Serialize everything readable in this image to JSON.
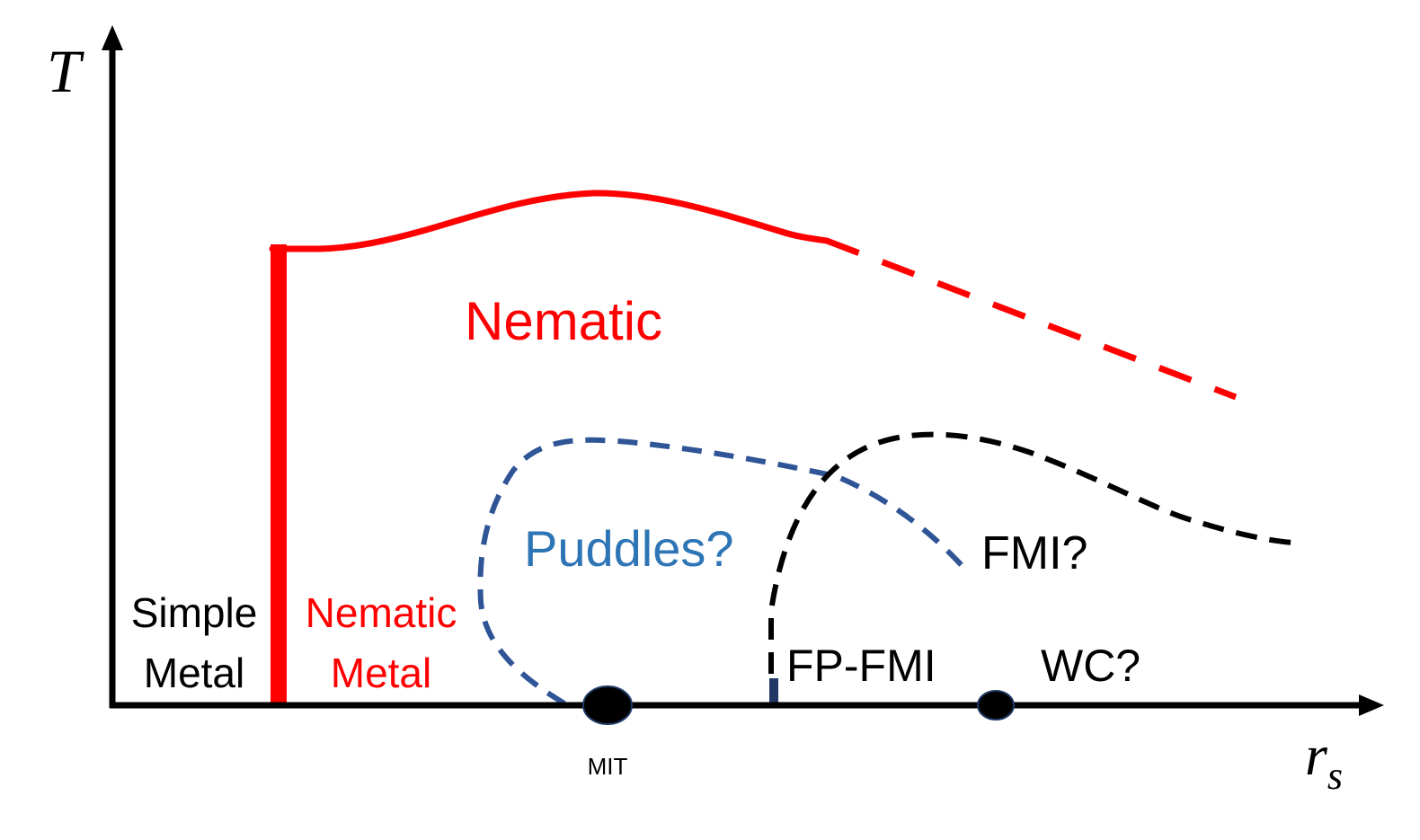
{
  "axes": {
    "y_label": "T",
    "x_label_main": "r",
    "x_label_sub": "s"
  },
  "labels": {
    "nematic": "Nematic",
    "puddles": "Puddles?",
    "fmi": "FMI?",
    "simple_metal_line1": "Simple",
    "simple_metal_line2": "Metal",
    "nematic_metal_line1": "Nematic",
    "nematic_metal_line2": "Metal",
    "fp_fmi": "FP-FMI",
    "wc": "WC?",
    "mit": "MIT"
  },
  "colors": {
    "axis": "#000000",
    "nematic": "#ff0000",
    "puddles_line": "#2f5597",
    "puddles_text": "#2e75b6",
    "fmi_line": "#000000",
    "marker_fill": "#000000",
    "marker_stroke": "#1f3864",
    "fp_tick": "#1f3864",
    "text": "#000000"
  }
}
